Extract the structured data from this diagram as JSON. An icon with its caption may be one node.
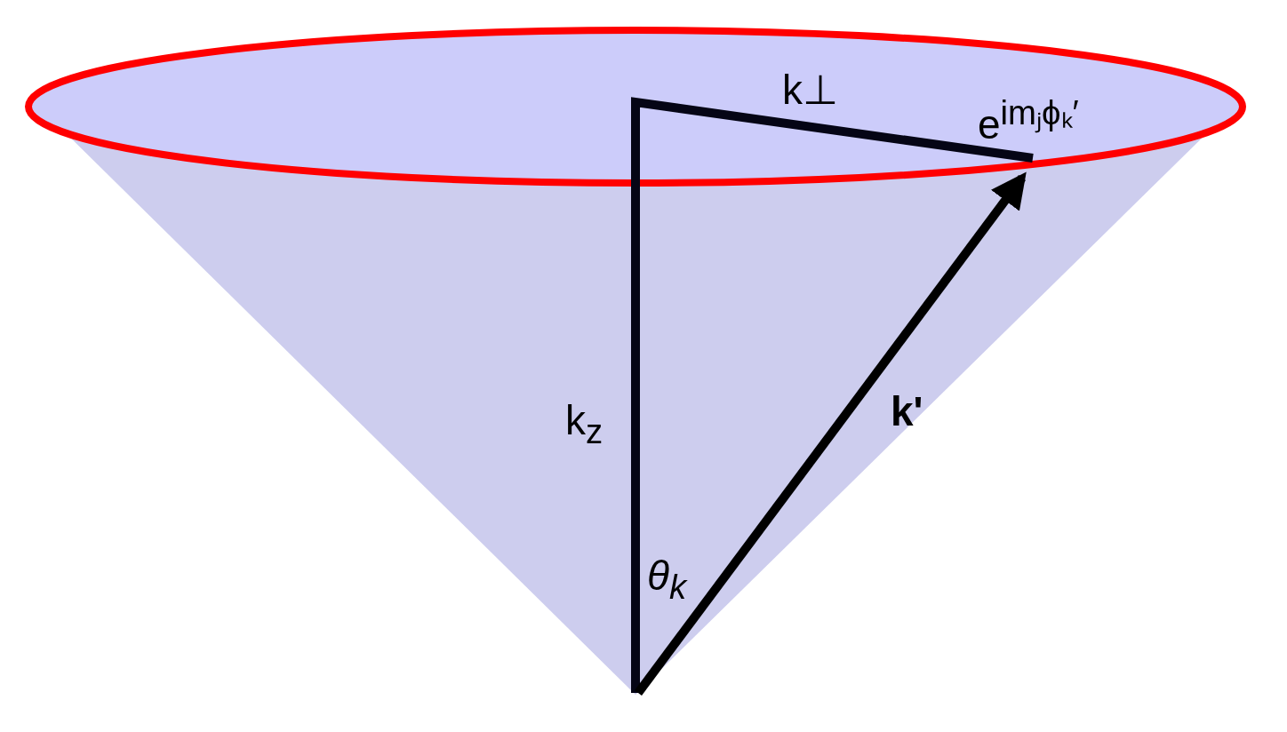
{
  "diagram": {
    "labels": [
      "k⊥",
      "e$^{imⱼϕₖ′}$",
      "k$_{z}$",
      "k'",
      "θ$_{k}$"
    ]
  }
}
